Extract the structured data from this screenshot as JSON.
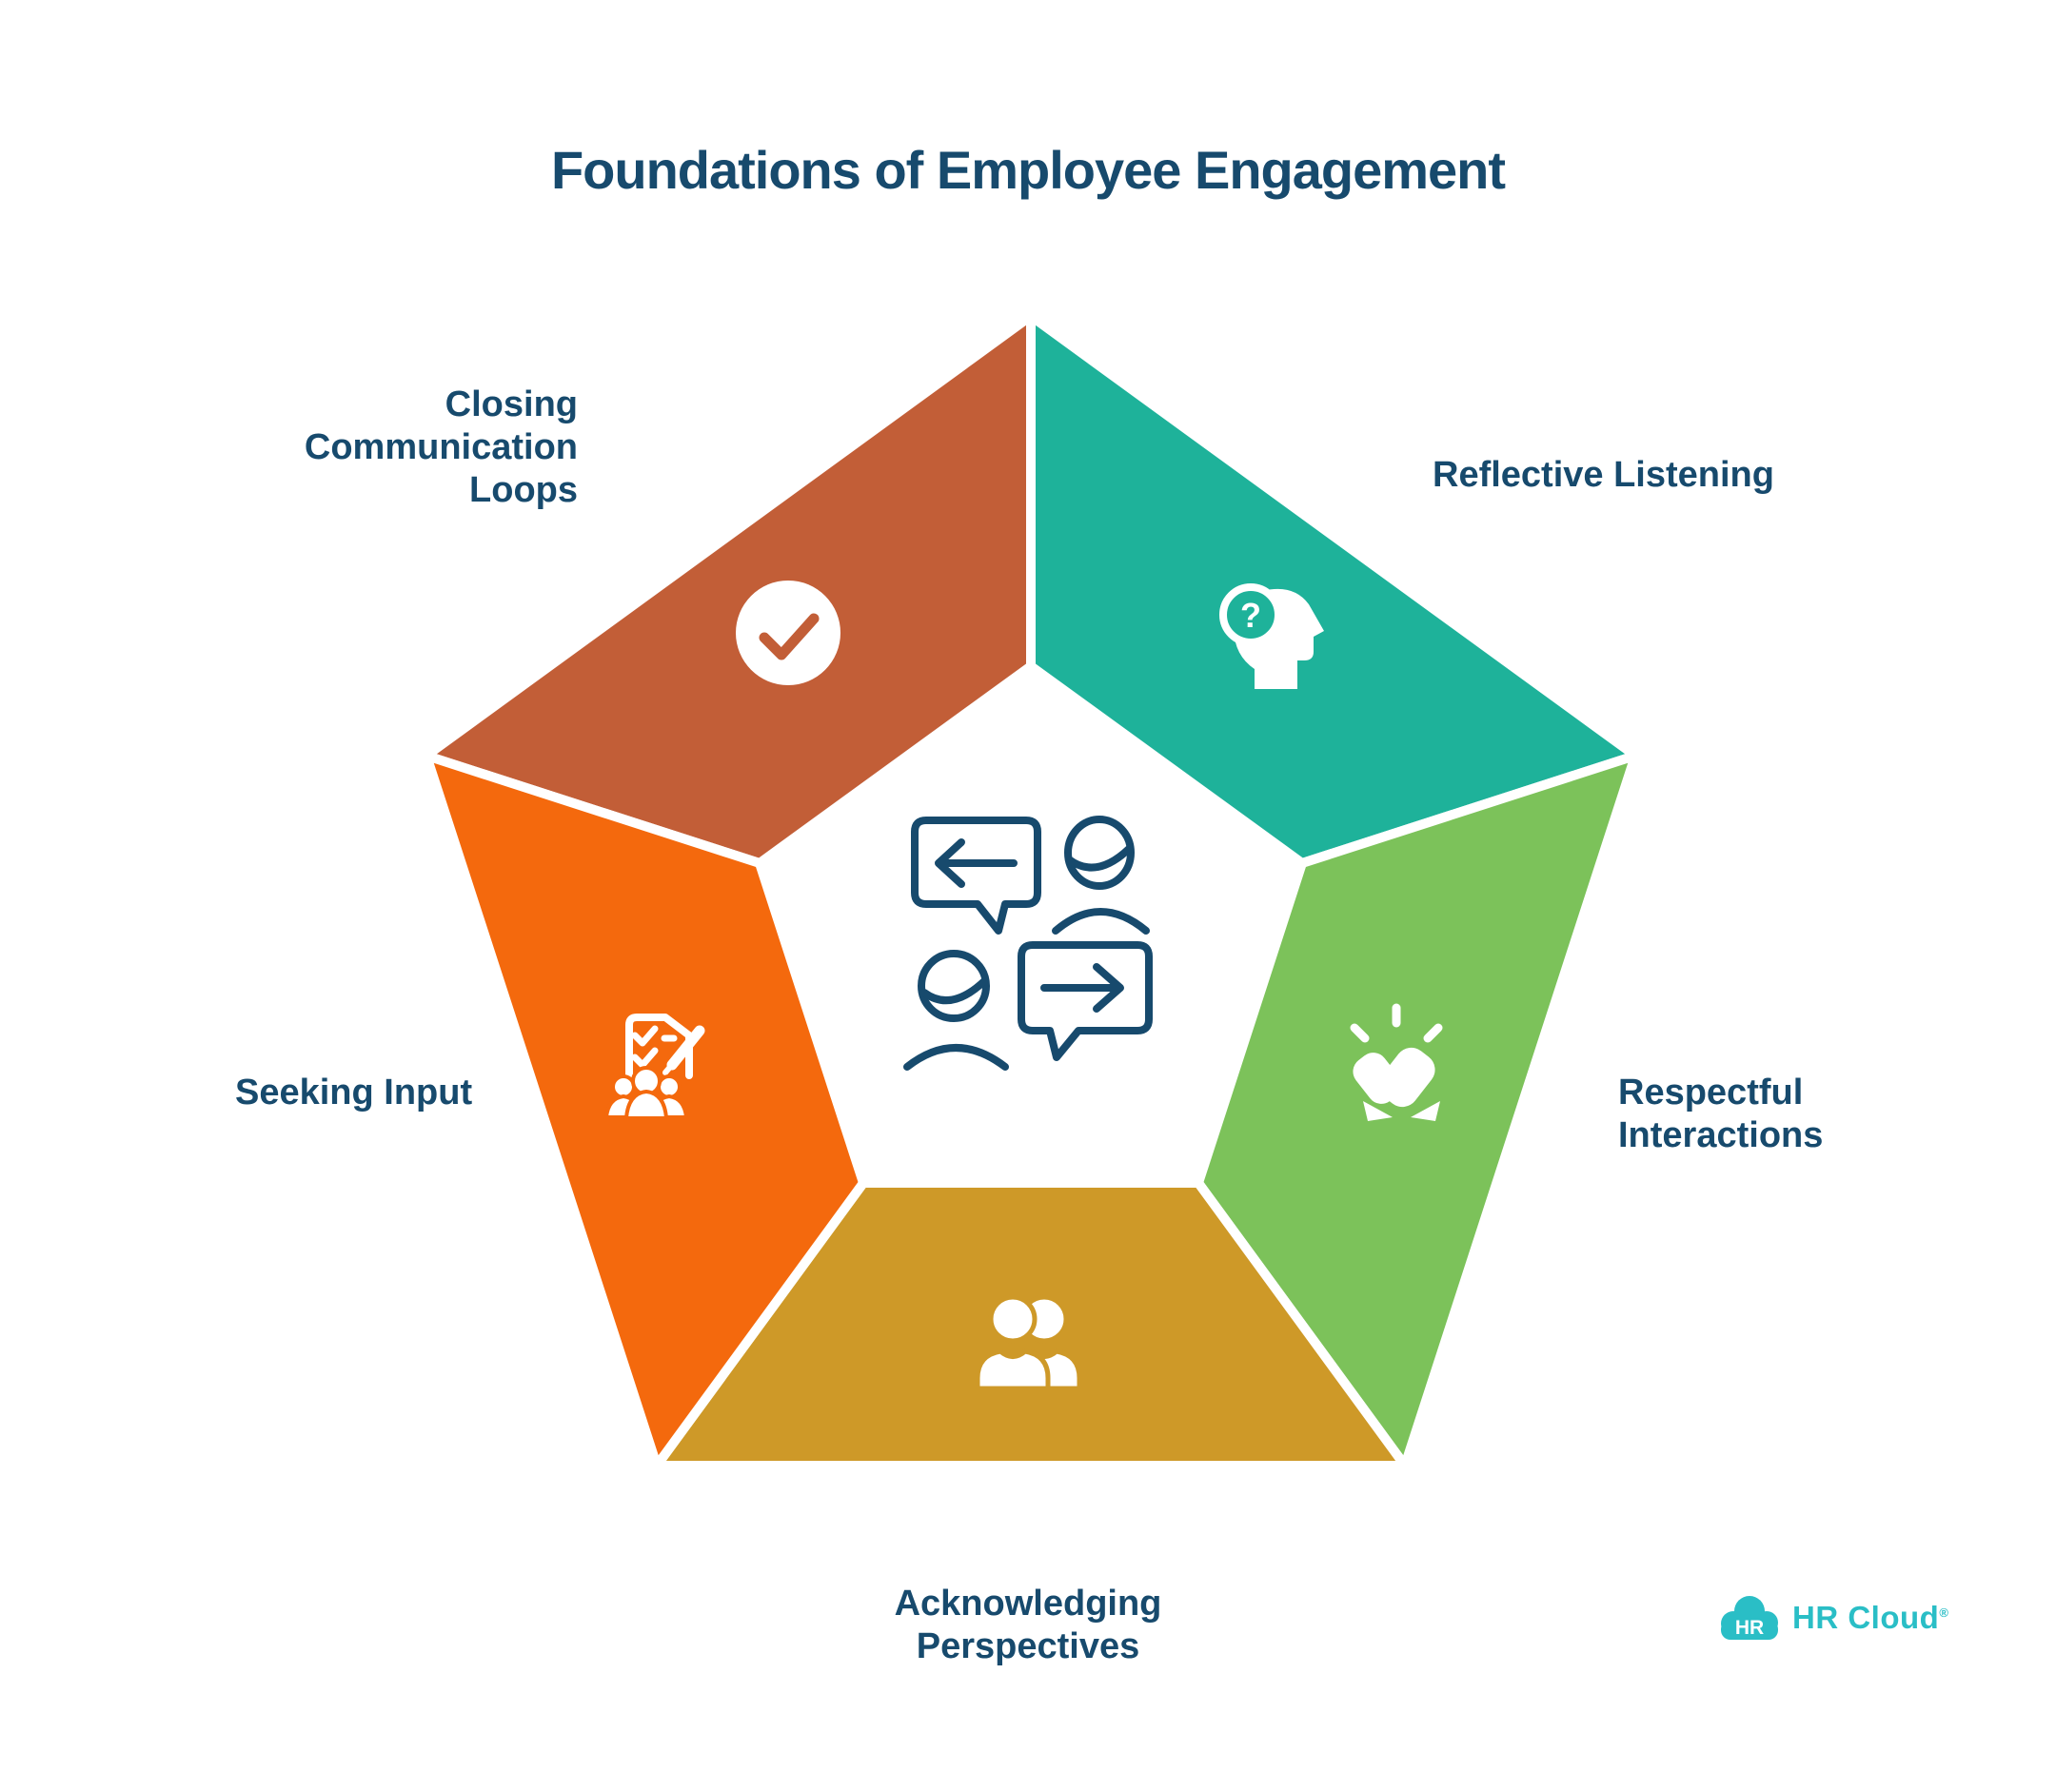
{
  "title": "Foundations of Employee Engagement",
  "colors": {
    "background": "#FFFFFF",
    "navy": "#174A6D",
    "rust": "#C25E37",
    "teal": "#1EB29A",
    "green": "#7CC25A",
    "gold": "#CE9928",
    "orange": "#F4690D",
    "logo_teal": "#2ABEC6",
    "white": "#FFFFFF"
  },
  "pentagon": {
    "center_icon": "conversation-exchange",
    "question_mark": "?",
    "segments": [
      {
        "label": "Closing\nCommunication\nLoops",
        "icon": "check-circle",
        "color_key": "rust"
      },
      {
        "label": "Reflective Listening",
        "icon": "head-question-magnifier",
        "color_key": "teal"
      },
      {
        "label": "Respectful\nInteractions",
        "icon": "fist-bump",
        "color_key": "green"
      },
      {
        "label": "Acknowledging\nPerspectives",
        "icon": "two-people",
        "color_key": "gold"
      },
      {
        "label": "Seeking Input",
        "icon": "survey-pen-people",
        "color_key": "orange"
      }
    ]
  },
  "logo": {
    "badge": "HR",
    "name": "HR Cloud",
    "registered": "®"
  }
}
